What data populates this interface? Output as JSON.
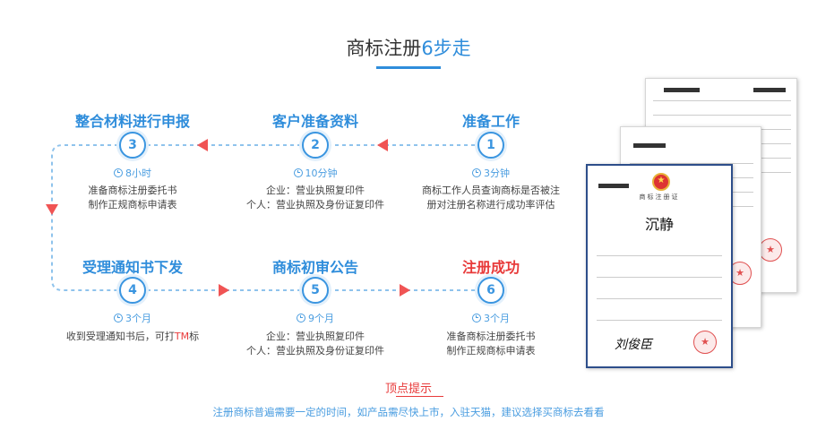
{
  "header": {
    "title_prefix": "商标注册",
    "title_highlight": "6步走"
  },
  "steps": [
    {
      "num": "1",
      "title": "准备工作",
      "time": "3分钟",
      "desc": [
        "商标工作人员查询商标是否被注",
        "册对注册名称进行成功率评估"
      ]
    },
    {
      "num": "2",
      "title": "客户准备资料",
      "time": "10分钟",
      "desc": [
        "企业：营业执照复印件",
        "个人：营业执照及身份证复印件"
      ]
    },
    {
      "num": "3",
      "title": "整合材料进行申报",
      "time": "8小时",
      "desc": [
        "准备商标注册委托书",
        "制作正规商标申请表"
      ]
    },
    {
      "num": "4",
      "title": "受理通知书下发",
      "time": "3个月",
      "desc": [
        "收到受理通知书后，可打",
        "TM",
        "标"
      ]
    },
    {
      "num": "5",
      "title": "商标初审公告",
      "time": "9个月",
      "desc": [
        "企业：营业执照复印件",
        "个人：营业执照及身份证复印件"
      ]
    },
    {
      "num": "6",
      "title": "注册成功",
      "time": "3个月",
      "desc": [
        "准备商标注册委托书",
        "制作正规商标申请表"
      ]
    }
  ],
  "certificate": {
    "subtitle": "商标注册证",
    "name": "沉静",
    "signature": "刘俊臣"
  },
  "tips": {
    "title": "顶点提示",
    "text": "注册商标普遍需要一定的时间，如产品需尽快上市，入驻天猫，建议选择买商标去看看"
  },
  "colors": {
    "accent": "#2f8ddb",
    "highlight": "#e83a3a",
    "arrow": "#f05454",
    "dashed_line": "#8fc3ec"
  }
}
